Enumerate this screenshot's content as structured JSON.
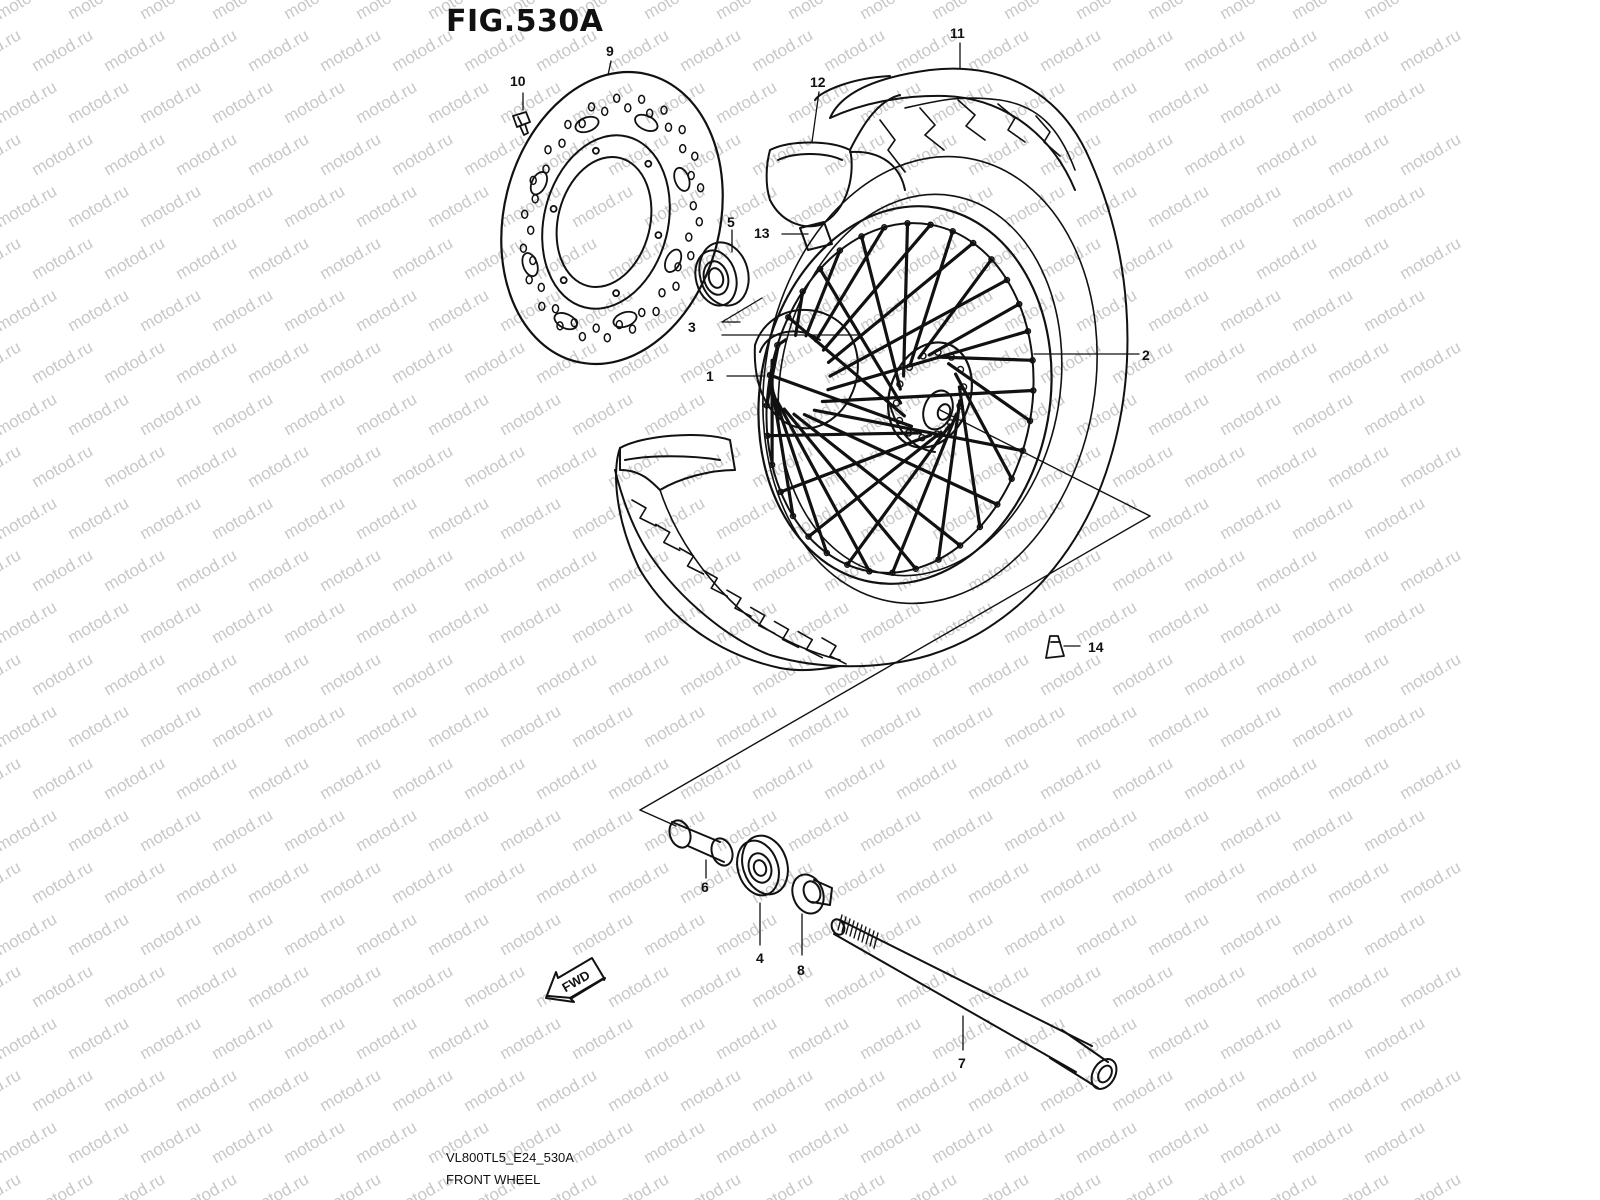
{
  "figure": {
    "title": "FIG.530A",
    "code": "VL800TL5_E24_530A",
    "name": "FRONT WHEEL"
  },
  "watermark": {
    "text": "motod.ru",
    "color": "#c8c8c8"
  },
  "fwd_label": "FWD",
  "callouts": {
    "c1": "1",
    "c2": "2",
    "c3": "3",
    "c4": "4",
    "c5": "5",
    "c6": "6",
    "c7": "7",
    "c8": "8",
    "c9": "9",
    "c10": "10",
    "c11": "11",
    "c12": "12",
    "c13": "13",
    "c14": "14"
  },
  "colors": {
    "line": "#111111",
    "background": "#ffffff"
  }
}
